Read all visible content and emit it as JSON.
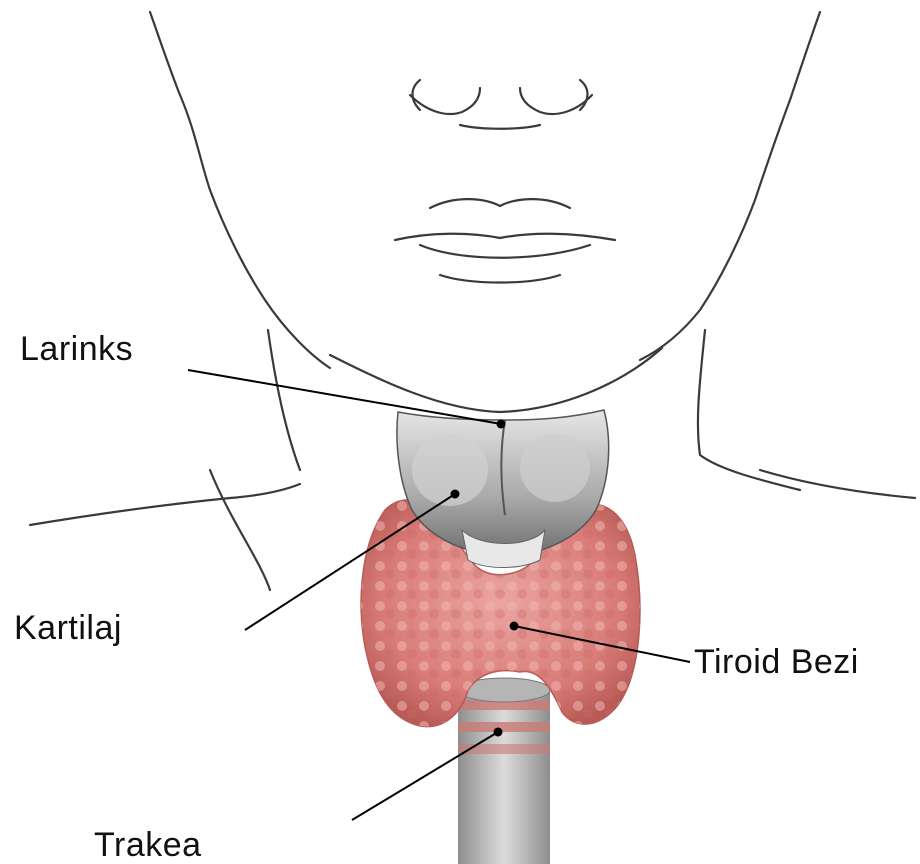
{
  "labels": {
    "larynx": "Larinks",
    "cartilage": "Kartilaj",
    "thyroid": "Tiroid Bezi",
    "trachea": "Trakea"
  },
  "colors": {
    "outline": "#3a3a3a",
    "thyroid": "#d97c78",
    "thyroid_dark": "#b85a56",
    "cartilage": "#b8b8b8",
    "cartilage_dark": "#6e6e6e",
    "leader_line": "#000000"
  }
}
